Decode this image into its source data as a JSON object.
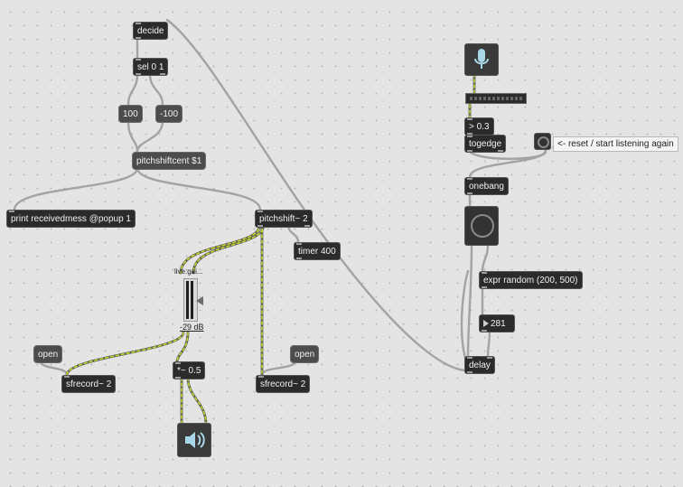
{
  "patcher": {
    "objects": {
      "decide": "decide",
      "sel": "sel 0 1",
      "msg_100": "100",
      "msg_neg100": "-100",
      "pitchshiftcent": "pitchshiftcent $1",
      "print": "print receivedmess @popup 1",
      "pitchshift": "pitchshift~ 2",
      "timer": "timer 400",
      "gt": "> 0.3",
      "togedge": "togedge",
      "onebang": "onebang",
      "expr": "expr random (200, 500)",
      "number_value": "281",
      "delay": "delay",
      "multiply": "*~ 0.5",
      "sfrecord_left": "sfrecord~ 2",
      "sfrecord_right": "sfrecord~ 2",
      "open_left": "open",
      "open_right": "open"
    },
    "gain": {
      "label": "live.gai...",
      "value": "-29 dB"
    },
    "comment_reset": "<- reset / start listening again"
  },
  "icons": {
    "mic": "microphone-icon",
    "speaker": "speaker-icon"
  },
  "colors": {
    "canvas": "#e4e4e4",
    "object_bg": "#2b2b2b",
    "patch_cord": "#a3a3a3",
    "signal_cord_dash": "#c6d62a"
  }
}
